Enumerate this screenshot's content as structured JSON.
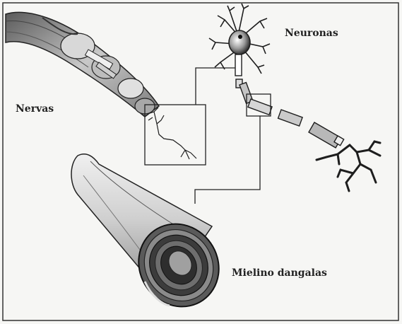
{
  "labels": {
    "nerve": "Nervas",
    "neuron": "Neuronas",
    "myelin": "Mielino dangalas"
  },
  "colors": {
    "ink": "#222222",
    "background": "#f6f6f4",
    "border": "#333333"
  }
}
